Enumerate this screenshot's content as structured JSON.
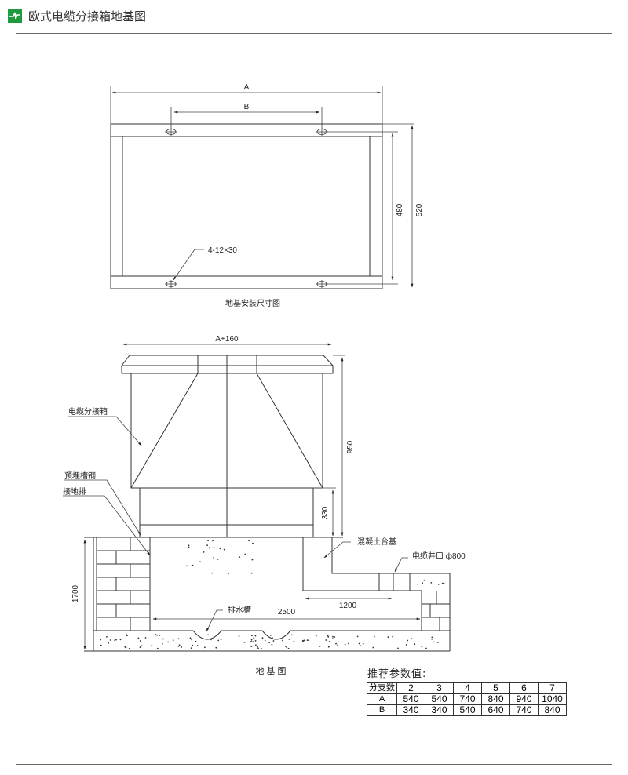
{
  "header": {
    "title": "欧式电缆分接箱地基图",
    "brand_color": "#1f9a3c"
  },
  "plan": {
    "dim_a": "A",
    "dim_b": "B",
    "dim_480": "480",
    "dim_520": "520",
    "hole_label": "4-12×30",
    "caption": "地基安装尺寸图"
  },
  "section": {
    "dim_top": "A+160",
    "dim_950": "950",
    "dim_330": "330",
    "dim_1700": "1700",
    "dim_1200": "1200",
    "dim_2500": "2500",
    "label_box": "电缆分接箱",
    "label_channel": "预埋槽钢",
    "label_ground": "接地排",
    "label_concrete": "混凝土台基",
    "label_well": "电缆井口 ф800",
    "label_drain": "排水槽",
    "caption": "地 基 图"
  },
  "params": {
    "title": "推荐参数值:",
    "header": [
      "分支数",
      "2",
      "3",
      "4",
      "5",
      "6",
      "7"
    ],
    "rows": [
      [
        "A",
        "540",
        "540",
        "740",
        "840",
        "940",
        "1040"
      ],
      [
        "B",
        "340",
        "340",
        "540",
        "640",
        "740",
        "840"
      ]
    ]
  }
}
